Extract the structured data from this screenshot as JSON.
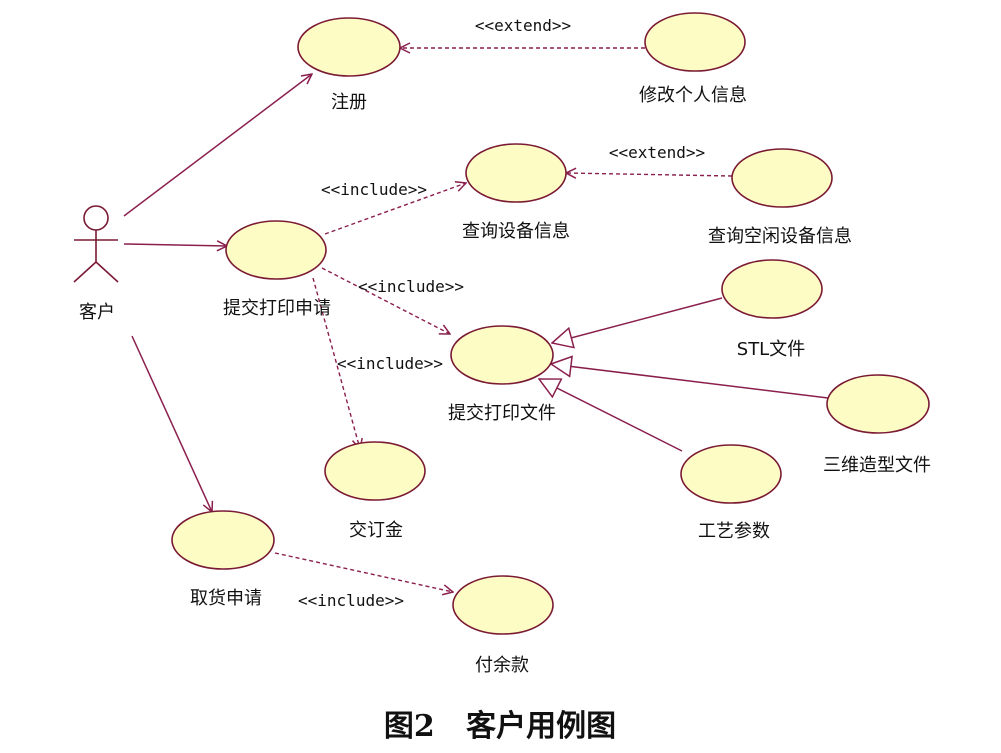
{
  "actor": {
    "label": "客户"
  },
  "use_cases": {
    "register": "注册",
    "modify_info": "修改个人信息",
    "submit_print_request": "提交打印申请",
    "query_device_info": "查询设备信息",
    "query_idle_device_info": "查询空闲设备信息",
    "submit_print_file": "提交打印文件",
    "stl_file": "STL文件",
    "3d_model_file": "三维造型文件",
    "process_params": "工艺参数",
    "pay_deposit": "交订金",
    "pickup_request": "取货申请",
    "pay_balance": "付余款"
  },
  "stereotypes": {
    "extend_modify": "<<extend>>",
    "extend_idle": "<<extend>>",
    "include_query": "<<include>>",
    "include_file": "<<include>>",
    "include_deposit": "<<include>>",
    "include_balance": "<<include>>"
  },
  "caption": "图2   客户用例图",
  "colors": {
    "line": "#8a1f4e",
    "usecase_fill": "#fdfcc4",
    "usecase_stroke": "#7a1a34"
  }
}
